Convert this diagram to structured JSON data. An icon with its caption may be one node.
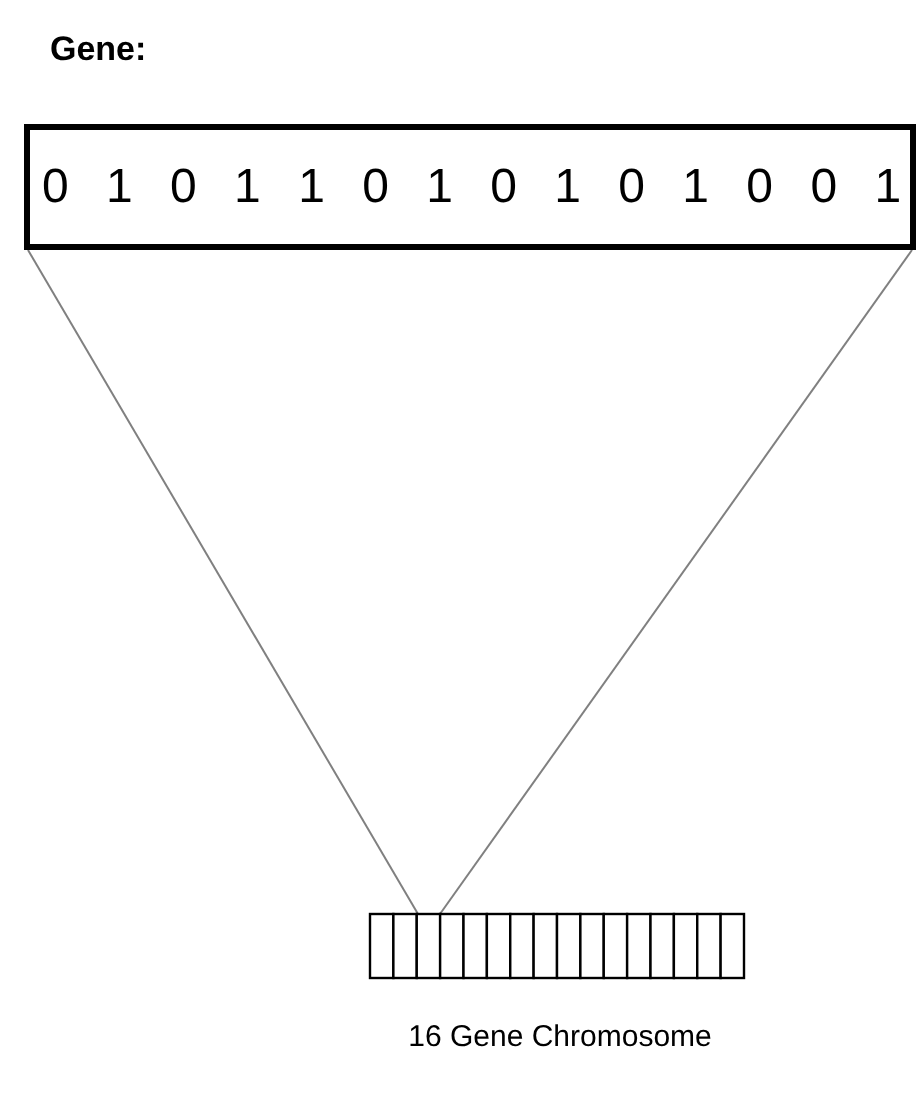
{
  "diagram": {
    "nodes": [
      {
        "text": [
          "Gene:",
          "0 1 0 1 1 0 1 0 1 0 1 0 0 1"
        ]
      },
      {
        "text": [],
        "shape": "bar",
        "beside": [
          "16 Gene Chromosome"
        ]
      }
    ],
    "edges": [
      {
        "from": 0,
        "to": 1,
        "arrow": "none"
      },
      {
        "from": 0,
        "to": 1,
        "arrow": "none"
      }
    ]
  }
}
